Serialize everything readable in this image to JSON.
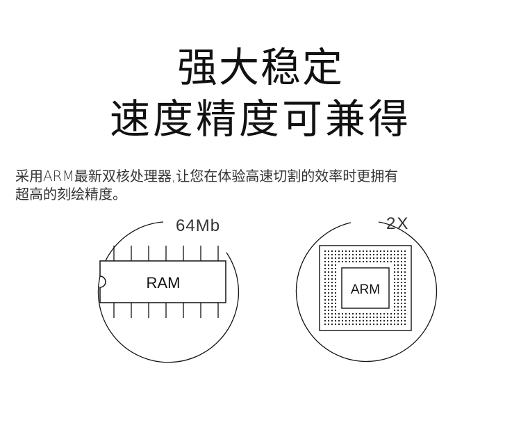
{
  "heading": {
    "line1": "强大稳定",
    "line2": "速度精度可兼得"
  },
  "description": {
    "line1": "采用ARM最新双核处理器,让您在体验高速切割的效率时更拥有",
    "line2": "超高的刻绘精度。"
  },
  "ram_icon": {
    "size_label": "64Mb",
    "chip_label": "RAM"
  },
  "arm_icon": {
    "cores_label": "2X",
    "chip_label": "ARM"
  },
  "colors": {
    "stroke": "#111111",
    "background": "#ffffff"
  }
}
